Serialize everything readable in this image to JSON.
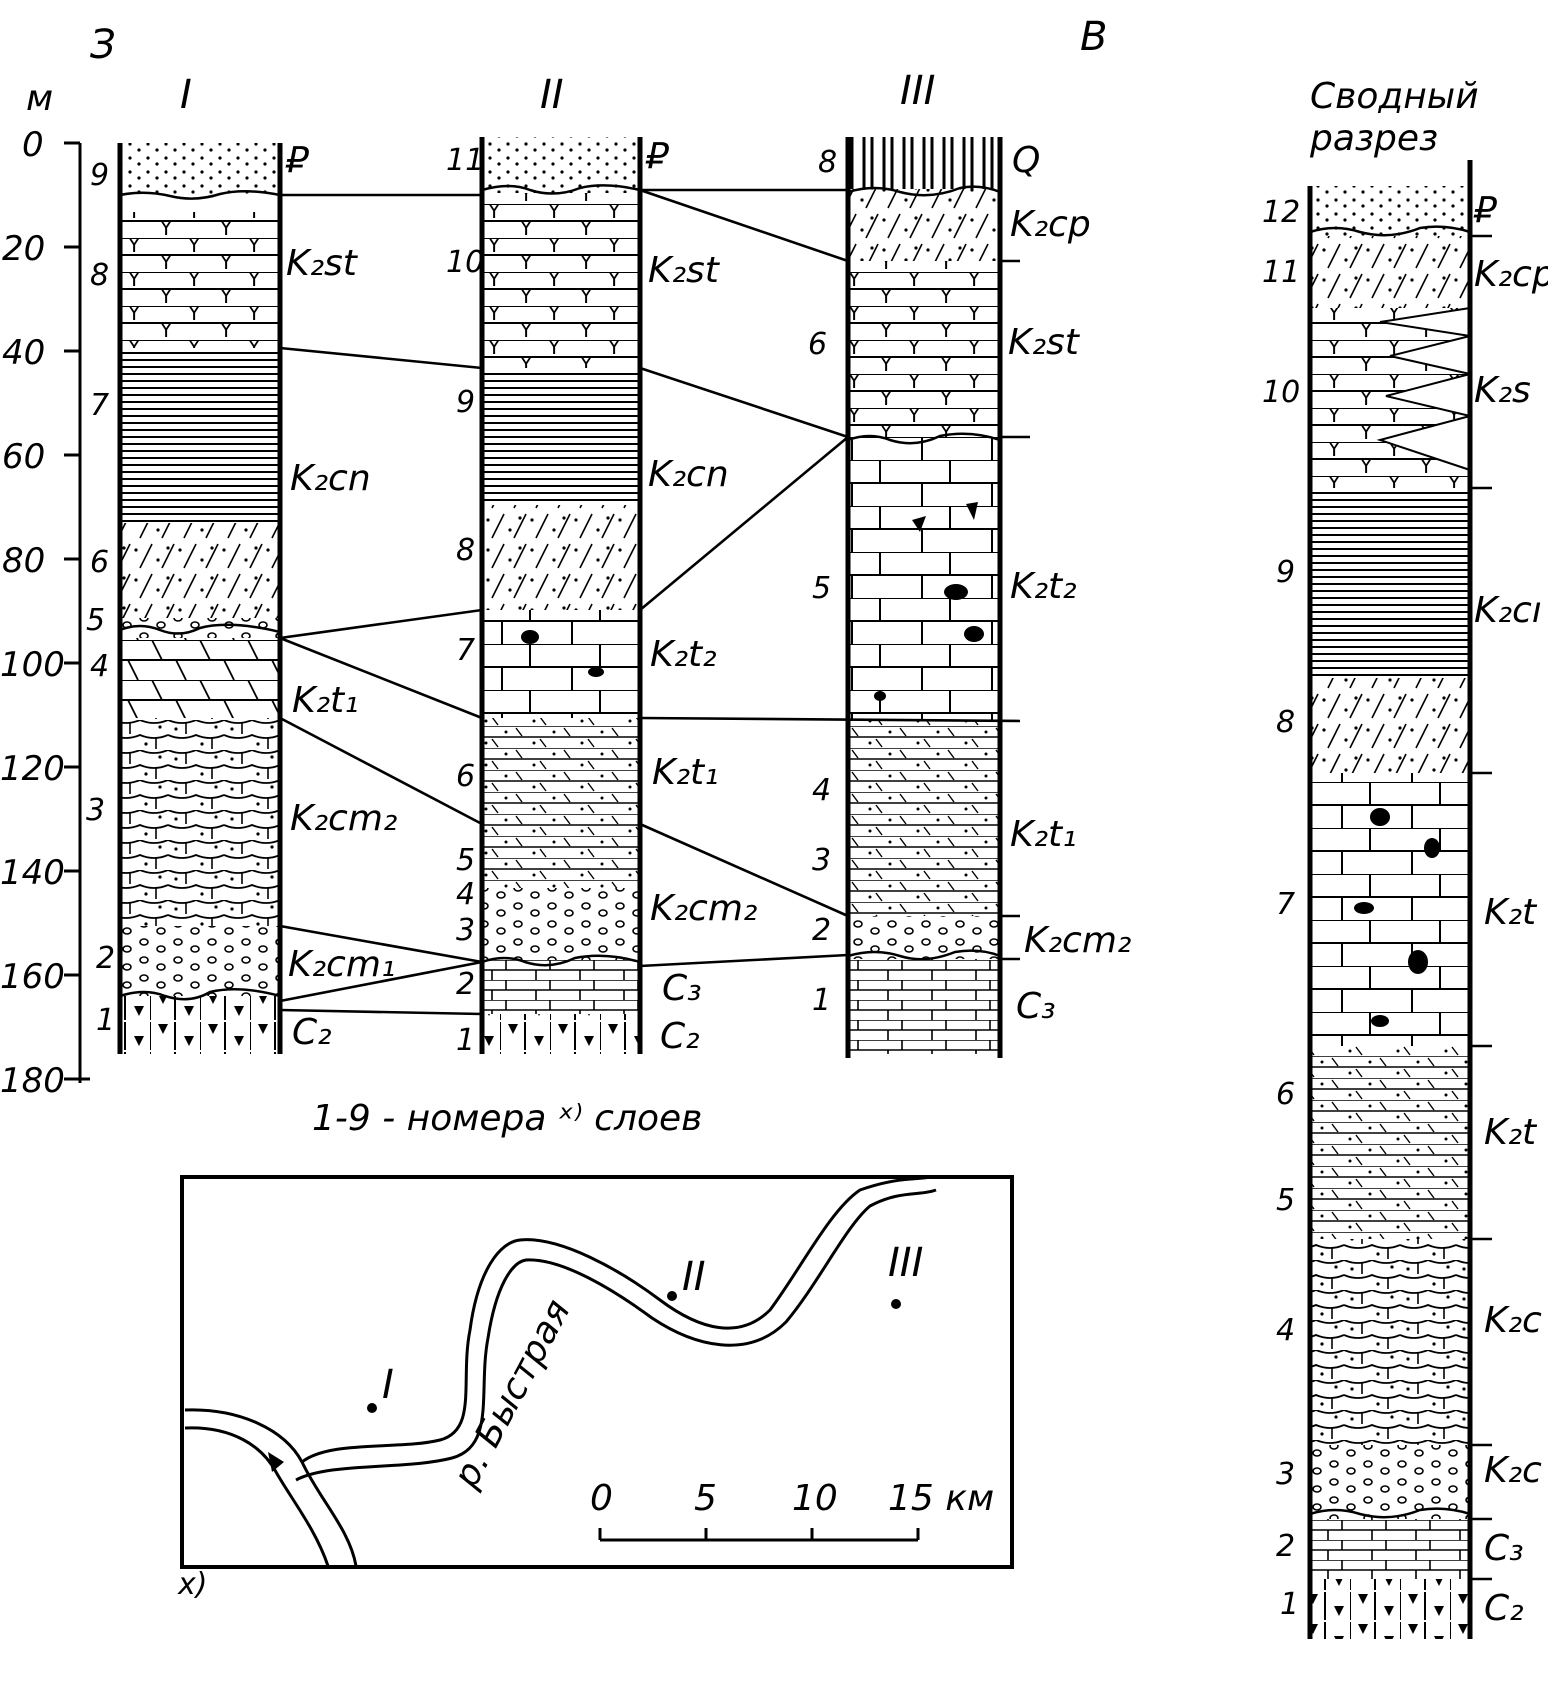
{
  "header": {
    "west": "З",
    "east": "В",
    "unit": "м"
  },
  "sections": [
    {
      "id": "I",
      "label": "I"
    },
    {
      "id": "II",
      "label": "II"
    },
    {
      "id": "III",
      "label": "III"
    }
  ],
  "composite_title": [
    "Сводный",
    "разрез"
  ],
  "depth_ticks": [
    "0",
    "20",
    "40",
    "60",
    "80",
    "100",
    "120",
    "140",
    "160",
    "180"
  ],
  "section_I": {
    "layer_numbers": [
      "9",
      "8",
      "7",
      "6",
      "5",
      "4",
      "3",
      "2",
      "1"
    ],
    "ages": [
      "₽",
      "K₂st",
      "K₂cn",
      "K₂t₁",
      "K₂cm₂",
      "K₂cm₁",
      "C₂"
    ]
  },
  "section_II": {
    "layer_numbers": [
      "11",
      "10",
      "9",
      "8",
      "7",
      "6",
      "5",
      "4",
      "3",
      "2",
      "1"
    ],
    "ages": [
      "₽",
      "K₂st",
      "K₂cn",
      "K₂t₂",
      "K₂t₁",
      "K₂cm₂",
      "C₃",
      "C₂"
    ]
  },
  "section_III": {
    "layer_numbers": [
      "8",
      "6",
      "5",
      "4",
      "3",
      "2",
      "1"
    ],
    "ages": [
      "Q",
      "K₂cp",
      "K₂st",
      "K₂t₂",
      "K₂t₁",
      "K₂cm₂",
      "C₃"
    ]
  },
  "composite": {
    "layer_numbers": [
      "12",
      "11",
      "10",
      "9",
      "8",
      "7",
      "6",
      "5",
      "4",
      "3",
      "2",
      "1"
    ],
    "ages": [
      "₽",
      "K₂cp",
      "K₂s",
      "K₂cı",
      "K₂t",
      "K₂t",
      "K₂c",
      "K₂c",
      "C₃",
      "C₂"
    ]
  },
  "caption": "1-9 - номера ˣ⁾ слоев",
  "map": {
    "river_label": "р. Быстрая",
    "points": [
      "I",
      "II",
      "III"
    ],
    "scale_ticks": [
      "0",
      "5",
      "10",
      "15 км"
    ],
    "footnote": "x)"
  }
}
